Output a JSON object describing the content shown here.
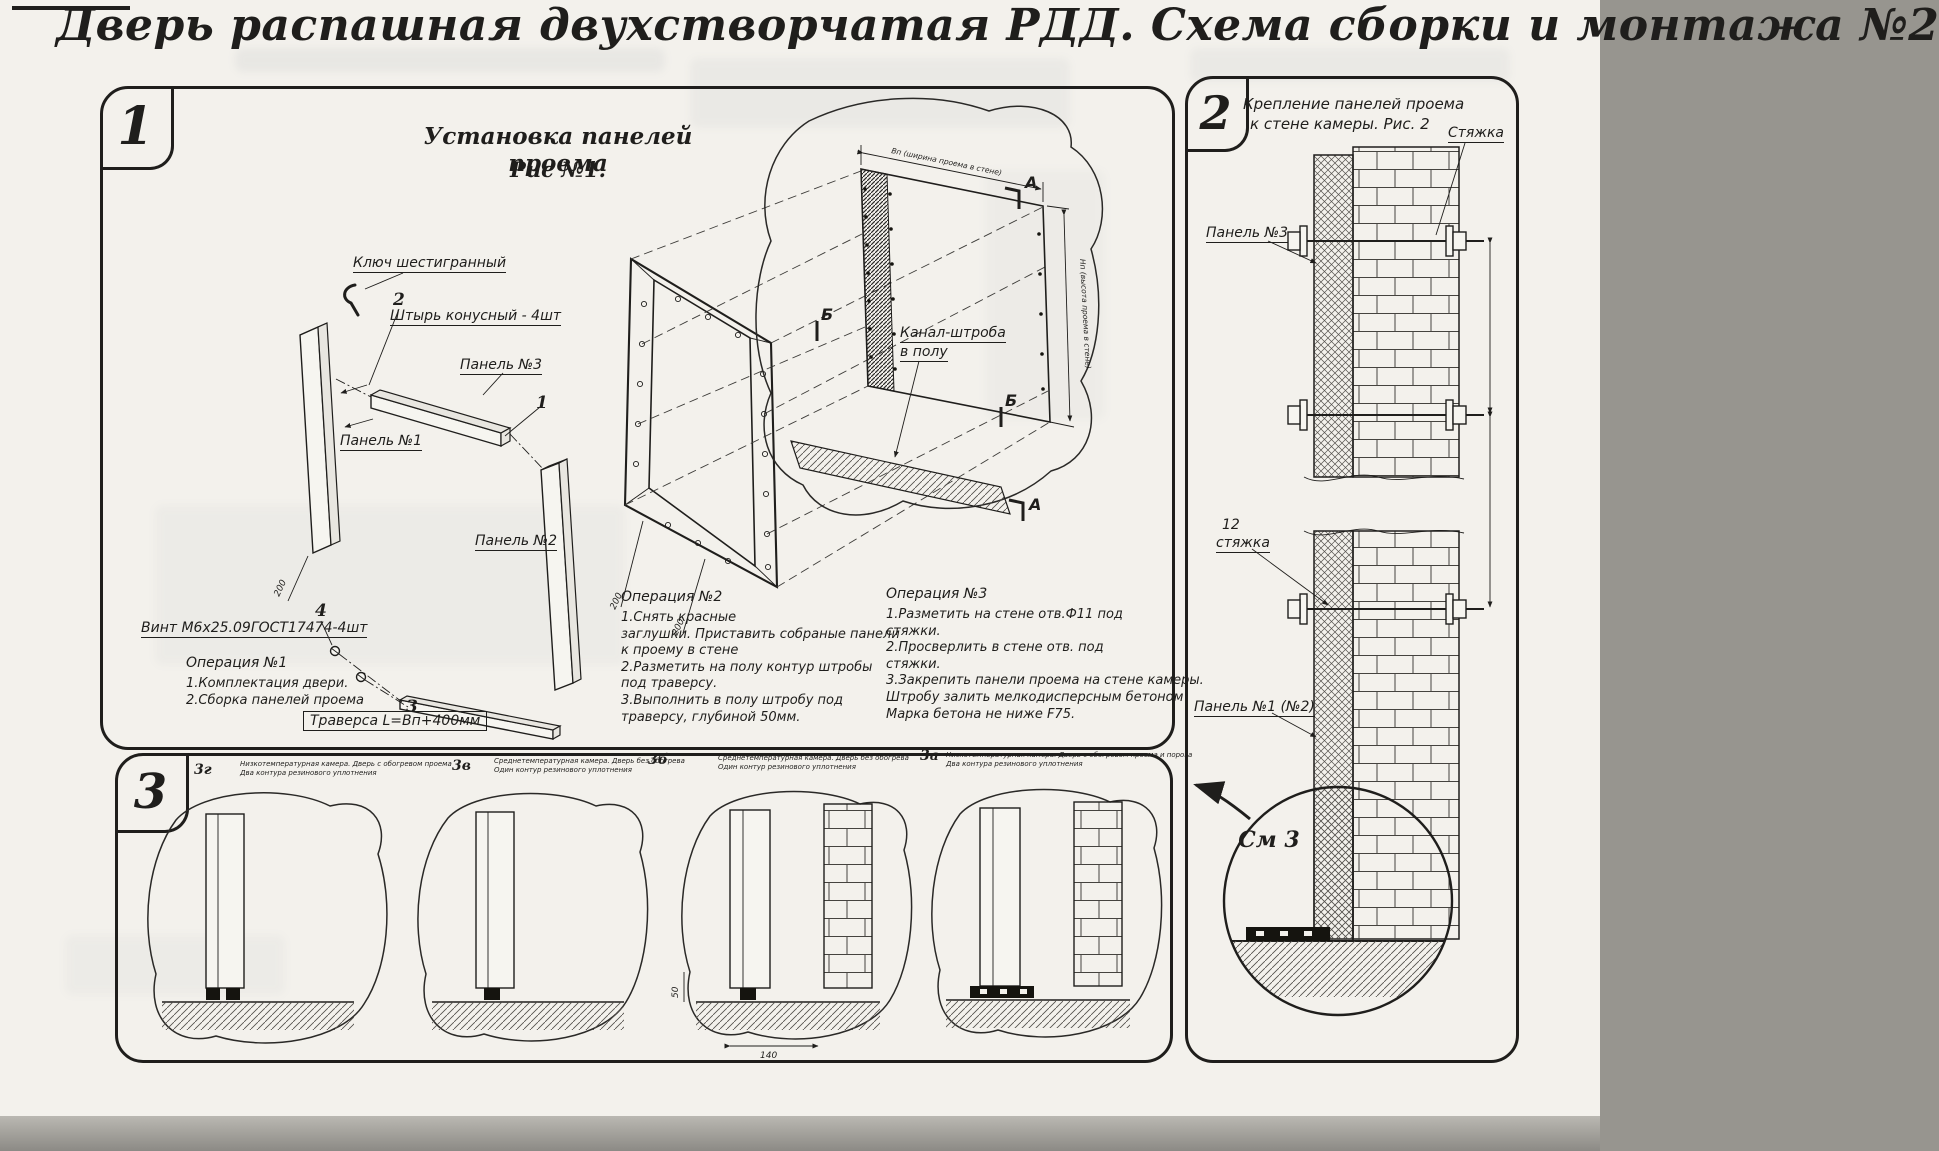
{
  "title": "Дверь распашная двухстворчатая РДД.  Схема сборки и монтажа №2",
  "section1": {
    "number": "1",
    "caption_line1": "Установка панелей проема",
    "caption_line2": "Рис №1.",
    "labels": {
      "hex_key": "Ключ шестигранный",
      "pin": "Штырь конусный - 4шт",
      "panel3": "Панель №3",
      "panel1": "Панель №1",
      "panel2": "Панель №2",
      "screw": "Винт М6х25.09ГОСТ17474-4шт",
      "traverse": "Траверса  L=Bп+400мм",
      "channel1": "Канал-штроба",
      "channel2": "в полу"
    },
    "callouts": {
      "c1": "1",
      "c2": "2",
      "c3": "3",
      "c4": "4"
    },
    "marks": {
      "a": "А",
      "b": "Б"
    },
    "dims": {
      "d200": "200",
      "w_note": "Вп (ширина проема в стене)",
      "h_note": "Нп (высота проема в стене)"
    },
    "op1": {
      "title": "Операция №1",
      "lines": [
        "1.Комплектация двери.",
        "2.Сборка панелей проема"
      ]
    },
    "op2": {
      "title": "Операция №2",
      "lines": [
        "1.Снять красные",
        "заглушки. Приставить собраные панели",
        "к проему в стене",
        "2.Разметить на полу контур штробы",
        "под траверсу.",
        "3.Выполнить в полу штробу под",
        "траверсу, глубиной 50мм."
      ]
    },
    "op3": {
      "title": "Операция №3",
      "lines": [
        "1.Разметить на стене отв.Ф11 под",
        "стяжки.",
        "2.Просверлить в стене отв.  под",
        "стяжки.",
        "3.Закрепить панели проема на стене камеры.",
        "Штробу залить мелкодисперсным бетоном",
        "Марка бетона не ниже   F75."
      ]
    }
  },
  "section2": {
    "number": "2",
    "caption_line1": "Крепление панелей проема",
    "caption_line2": "к стене камеры. Рис. 2",
    "labels": {
      "tie_top": "Стяжка",
      "panel3": "Панель №3",
      "item12": "12",
      "tie_mid": "стяжка",
      "panel12": "Панель №1 (№2)",
      "see3": "См 3"
    }
  },
  "section3": {
    "number": "3",
    "views": [
      {
        "id": "3г",
        "caption_line1": "Низкотемпературная камера. Дверь с обогревом проема",
        "caption_line2": "Два контура резинового уплотнения"
      },
      {
        "id": "3в",
        "caption_line1": "Среднетемпературная камера. Дверь без обогрева",
        "caption_line2": "Один контур резинового уплотнения"
      },
      {
        "id": "3б",
        "caption_line1": "Среднетемпературная камера. Дверь без обогрева",
        "caption_line2": "Один контур резинового уплотнения"
      },
      {
        "id": "3а",
        "caption_line1": "Низкотемпературная камера. Дверь с обогревом проема и порога",
        "caption_line2": "Два контура резинового уплотнения"
      }
    ],
    "dims": {
      "d50": "50",
      "d140": "140"
    }
  }
}
